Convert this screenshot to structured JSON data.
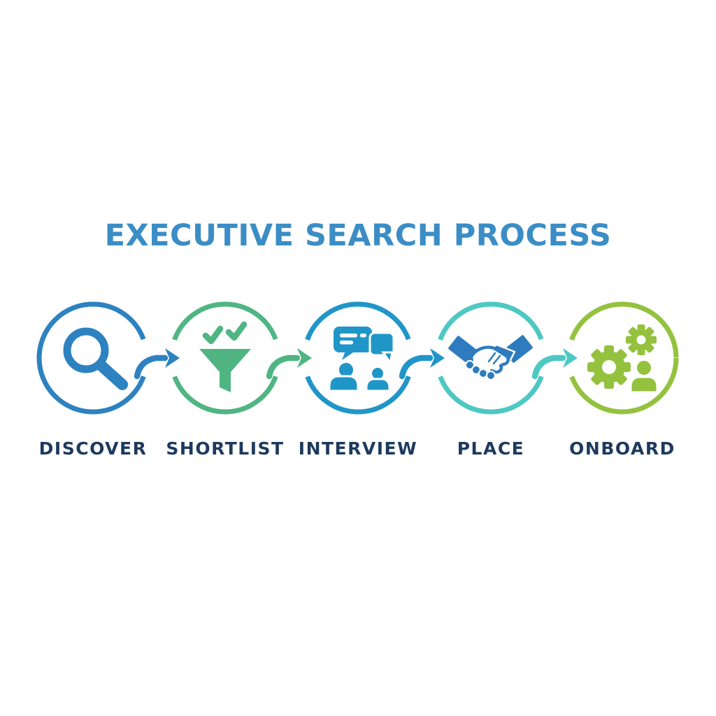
{
  "background_color": "#ffffff",
  "title": {
    "text": "EXECUTIVE SEARCH PROCESS",
    "color": "#3b8dc5"
  },
  "label_color": "#1d3a5e",
  "steps": [
    {
      "label": "DISCOVER",
      "icon": "magnifier-search-icon",
      "color": "#2d82c0",
      "icon_color": "#2d82c0"
    },
    {
      "label": "SHORTLIST",
      "icon": "funnel-checkmarks-icon",
      "color": "#50b583",
      "icon_color": "#50b583"
    },
    {
      "label": "INTERVIEW",
      "icon": "conversation-people-icon",
      "color": "#2096c8",
      "icon_color": "#2096c8"
    },
    {
      "label": "PLACE",
      "icon": "handshake-icon",
      "color": "#4dc8c3",
      "icon_color": "#2e7cbf"
    },
    {
      "label": "ONBOARD",
      "icon": "gears-person-icon",
      "color": "#94c23e",
      "icon_color": "#94c23e"
    }
  ],
  "connectors": [
    {
      "from": "DISCOVER",
      "to": "SHORTLIST",
      "color": "#2d82c0",
      "style": "right-arrow"
    },
    {
      "from": "SHORTLIST",
      "to": "INTERVIEW",
      "color": "#50b583",
      "style": "right-arrow"
    },
    {
      "from": "INTERVIEW",
      "to": "PLACE",
      "color": "#2096c8",
      "style": "right-arrow"
    },
    {
      "from": "PLACE",
      "to": "ONBOARD",
      "color": "#4dc8c3",
      "style": "right-arrow"
    }
  ]
}
